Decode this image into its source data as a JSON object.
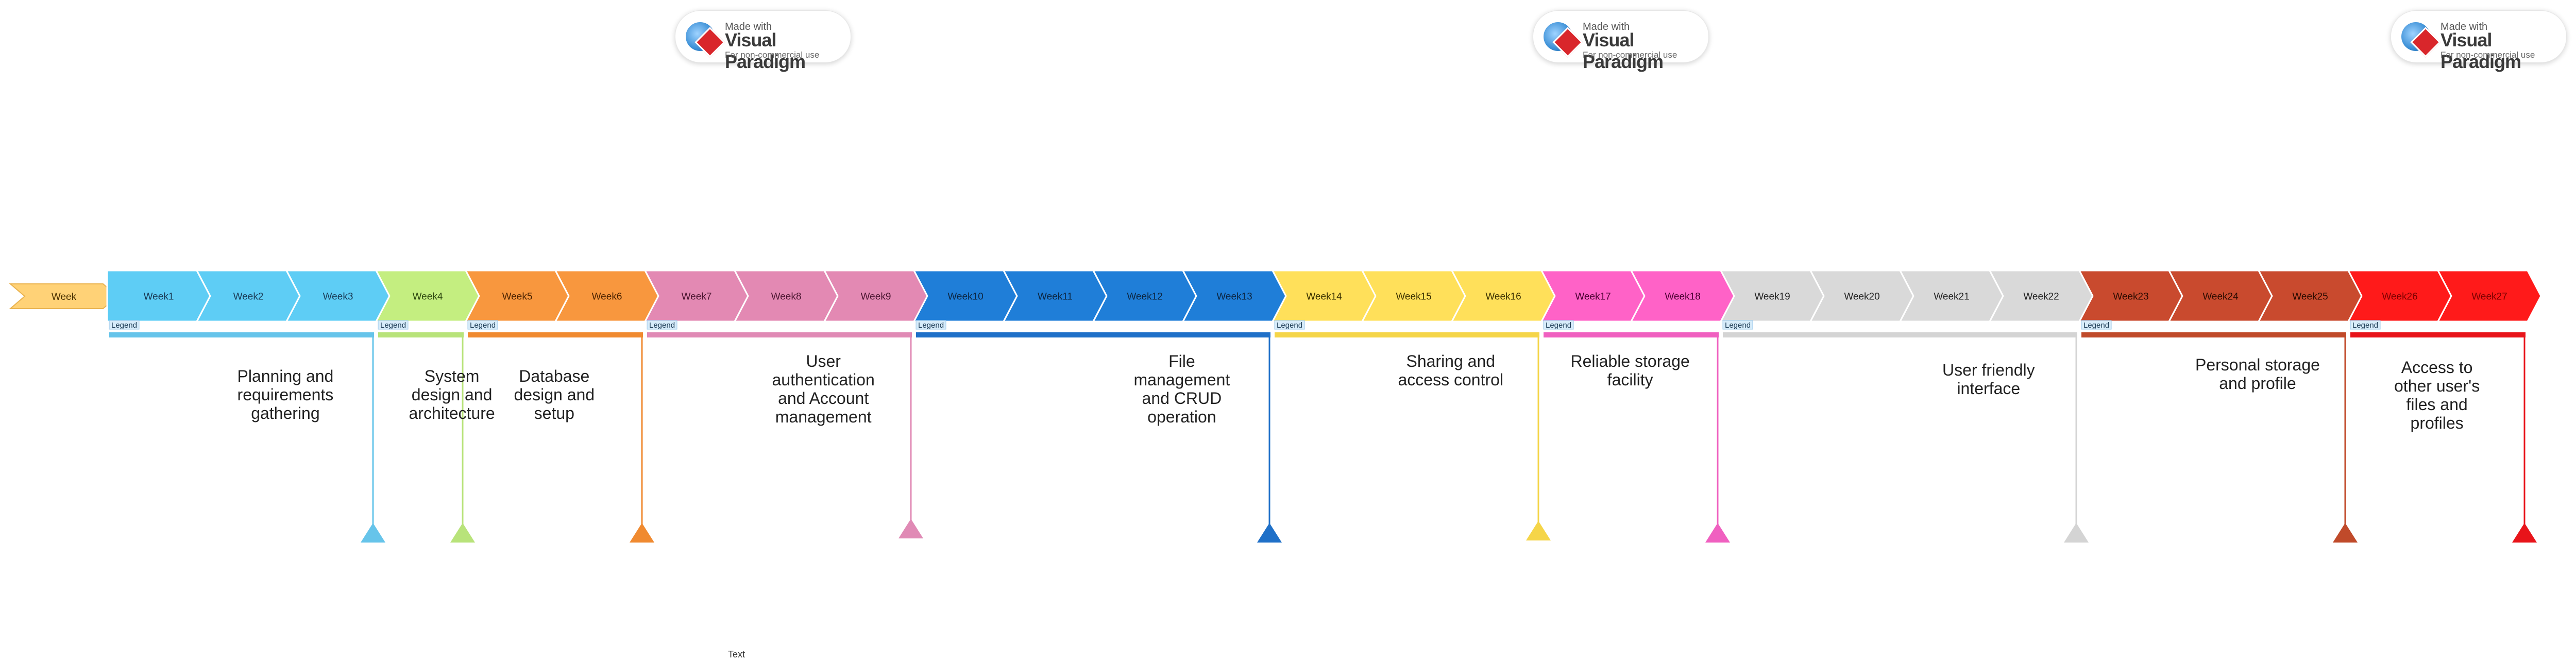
{
  "week_label": "Week",
  "weeks": [
    {
      "label": "Week1",
      "color": "#5ecdf5",
      "text": "#1a3a55"
    },
    {
      "label": "Week2",
      "color": "#5ecdf5",
      "text": "#1a3a55"
    },
    {
      "label": "Week3",
      "color": "#5ecdf5",
      "text": "#1a3a55"
    },
    {
      "label": "Week4",
      "color": "#c4ee80",
      "text": "#2f4a10"
    },
    {
      "label": "Week5",
      "color": "#f8973e",
      "text": "#4a2200"
    },
    {
      "label": "Week6",
      "color": "#f8973e",
      "text": "#4a2200"
    },
    {
      "label": "Week7",
      "color": "#e389b3",
      "text": "#4a1530"
    },
    {
      "label": "Week8",
      "color": "#e389b3",
      "text": "#4a1530"
    },
    {
      "label": "Week9",
      "color": "#e389b3",
      "text": "#4a1530"
    },
    {
      "label": "Week10",
      "color": "#1f7ed8",
      "text": "#0c2540"
    },
    {
      "label": "Week11",
      "color": "#1f7ed8",
      "text": "#0c2540"
    },
    {
      "label": "Week12",
      "color": "#1f7ed8",
      "text": "#0c2540"
    },
    {
      "label": "Week13",
      "color": "#1f7ed8",
      "text": "#0c2540"
    },
    {
      "label": "Week14",
      "color": "#ffe05a",
      "text": "#3a3000"
    },
    {
      "label": "Week15",
      "color": "#ffe05a",
      "text": "#3a3000"
    },
    {
      "label": "Week16",
      "color": "#ffe05a",
      "text": "#3a3000"
    },
    {
      "label": "Week17",
      "color": "#ff62c7",
      "text": "#4a0030"
    },
    {
      "label": "Week18",
      "color": "#ff62c7",
      "text": "#4a0030"
    },
    {
      "label": "Week19",
      "color": "#d9d9d9",
      "text": "#222222"
    },
    {
      "label": "Week20",
      "color": "#d9d9d9",
      "text": "#222222"
    },
    {
      "label": "Week21",
      "color": "#d9d9d9",
      "text": "#222222"
    },
    {
      "label": "Week22",
      "color": "#d9d9d9",
      "text": "#222222"
    },
    {
      "label": "Week23",
      "color": "#c94a2e",
      "text": "#2a0a00"
    },
    {
      "label": "Week24",
      "color": "#c94a2e",
      "text": "#2a0a00"
    },
    {
      "label": "Week25",
      "color": "#c94a2e",
      "text": "#2a0a00"
    },
    {
      "label": "Week26",
      "color": "#ff1a1a",
      "text": "#7a0000"
    },
    {
      "label": "Week27",
      "color": "#ff1a1a",
      "text": "#7a0000"
    }
  ],
  "legend_label": "Legend",
  "phases": [
    {
      "start": 1,
      "end": 3,
      "color": "#66c4ea",
      "caption": "Planning and\nrequirements\ngathering"
    },
    {
      "start": 4,
      "end": 4,
      "color": "#b8e37a",
      "caption": "System\ndesign and\narchitecture"
    },
    {
      "start": 5,
      "end": 6,
      "color": "#f08a30",
      "caption": "Database\ndesign and\nsetup"
    },
    {
      "start": 7,
      "end": 9,
      "color": "#e08ab5",
      "caption": "User\nauthentication\nand Account\nmanagement"
    },
    {
      "start": 10,
      "end": 13,
      "color": "#1f70c8",
      "caption": "File\nmanagement\nand CRUD\noperation"
    },
    {
      "start": 14,
      "end": 16,
      "color": "#f5d548",
      "caption": "Sharing and\naccess control"
    },
    {
      "start": 17,
      "end": 18,
      "color": "#f060c0",
      "caption": "Reliable storage\nfacility"
    },
    {
      "start": 19,
      "end": 22,
      "color": "#d4d4d4",
      "caption": "User friendly\ninterface"
    },
    {
      "start": 23,
      "end": 25,
      "color": "#c04a2a",
      "caption": "Personal storage\nand profile"
    },
    {
      "start": 26,
      "end": 27,
      "color": "#e8141a",
      "caption": "Access to\nother user's\nfiles and\nprofiles"
    }
  ],
  "watermark": {
    "made_with": "Made with",
    "brand": "Visual Paradigm",
    "note": "For non-commercial use"
  },
  "footer_text": "Text"
}
